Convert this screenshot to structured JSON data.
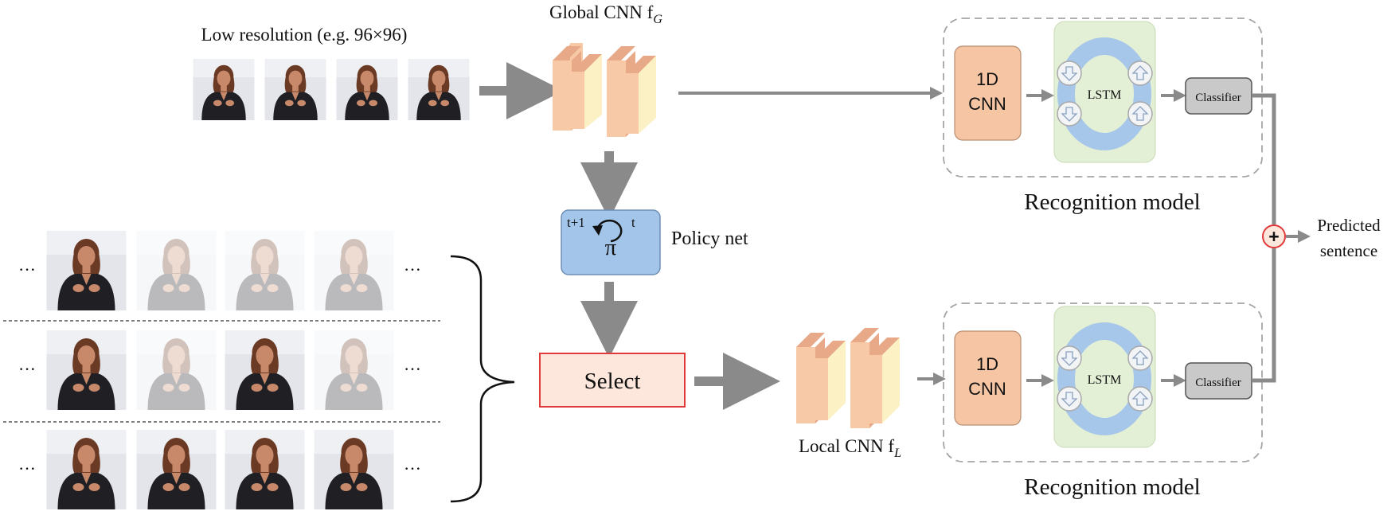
{
  "colors": {
    "arrow": "#8a8a8a",
    "cnn_face": "#f7c9a6",
    "cnn_side": "#e8a988",
    "cnn_inner": "#fbf1c4",
    "conv1d": "#f6c6a4",
    "lstm_bg": "#e4f0d6",
    "lstm_ring": "#a6c6ea",
    "classifier": "#c9c9c9",
    "policy": "#a3c5ea",
    "select_fill": "#fde7dc",
    "select_border": "#e03a3a",
    "sum_border": "#e03a3a",
    "skin": "#c8896a",
    "hair": "#6b3a24",
    "suit": "#1f1f24",
    "photo_bg": "#e3e5ea"
  },
  "labels": {
    "low_resolution": "Low resolution (e.g. 96×96)",
    "global_cnn": "Global CNN f",
    "global_cnn_sub": "G",
    "local_cnn": "Local CNN f",
    "local_cnn_sub": "L",
    "policy_net": "Policy net",
    "policy_symbol": "π",
    "policy_t_next": "t+1",
    "policy_t": "t",
    "select": "Select",
    "conv1d_line1": "1D",
    "conv1d_line2": "CNN",
    "lstm": "LSTM",
    "classifier": "Classifier",
    "recognition_model": "Recognition model",
    "sum_symbol": "+",
    "predicted_line1": "Predicted",
    "predicted_line2": "sentence",
    "ellipsis": "···"
  },
  "frame_rows": [
    {
      "opacity": [
        1,
        0.3,
        0.3,
        0.3
      ]
    },
    {
      "opacity": [
        1,
        0.3,
        1,
        0.3
      ]
    },
    {
      "opacity": [
        1,
        1,
        1,
        1
      ]
    }
  ]
}
